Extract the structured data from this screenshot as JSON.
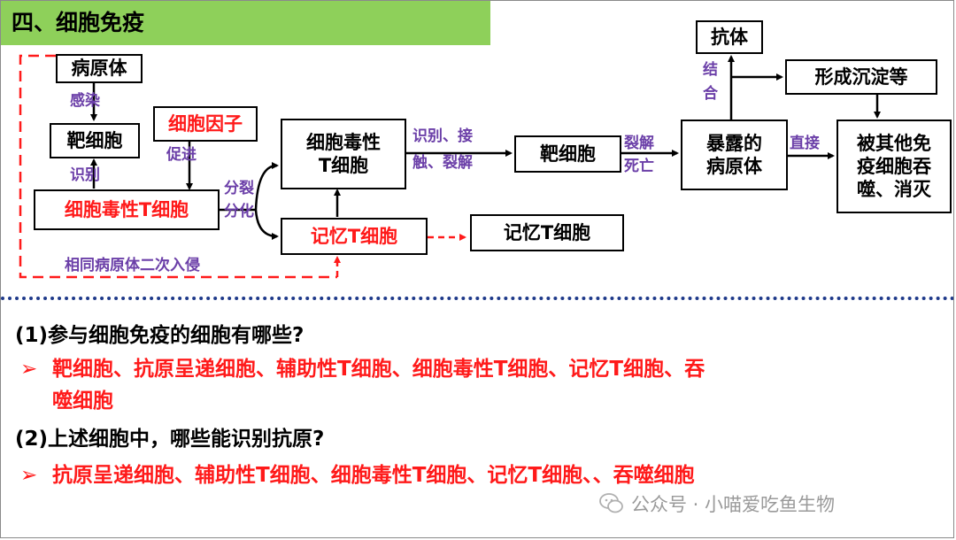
{
  "title": "四、细胞免疫",
  "boxes": {
    "pathogen": "病原体",
    "target_cell_1": "靶细胞",
    "cytokine": "细胞因子",
    "ctl_1": "细胞毒性T细胞",
    "ctl_2_line1": "细胞毒性",
    "ctl_2_line2": "T细胞",
    "memory_t_1": "记忆T细胞",
    "memory_t_2": "记忆T细胞",
    "target_cell_2": "靶细胞",
    "exposed_line1": "暴露的",
    "exposed_line2": "病原体",
    "antibody": "抗体",
    "precipitate": "形成沉淀等",
    "phago_line1": "被其他免",
    "phago_line2": "疫细胞吞",
    "phago_line3": "噬、消灭"
  },
  "labels": {
    "infect": "感染",
    "recognize": "识别",
    "promote": "促进",
    "divide": "分裂",
    "differentiate": "分化",
    "recog_contact_1": "识别、接",
    "recog_contact_2": "触、裂解",
    "lysis": "裂解",
    "death": "死亡",
    "bind_1": "结",
    "bind_2": "合",
    "direct": "直接",
    "second_invasion": "相同病原体二次入侵"
  },
  "questions": {
    "q1": "(1)参与细胞免疫的细胞有哪些?",
    "a1_line1": "靶细胞、抗原呈递细胞、辅助性T细胞、细胞毒性T细胞、记忆T细胞、吞",
    "a1_line2": "噬细胞",
    "q2": "(2)上述细胞中，哪些能识别抗原?",
    "a2": "抗原呈递细胞、辅助性T细胞、细胞毒性T细胞、记忆T细胞、、吞噬细胞",
    "bullet": "➢"
  },
  "watermark": "公众号 · 小喵爱吃鱼生物",
  "colors": {
    "title_bg": "#8ed05a",
    "answer_red": "#ff1a1a",
    "label_purple": "#6b3fa8",
    "divider_blue": "#1f3a8a"
  }
}
